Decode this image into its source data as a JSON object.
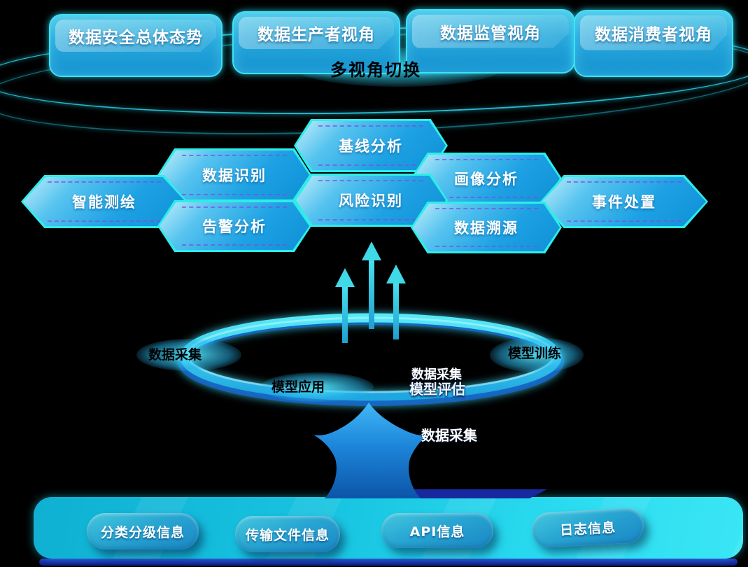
{
  "perspective_tabs": {
    "switch_label": "多视角切换",
    "items": [
      {
        "label": "数据安全总体态势"
      },
      {
        "label": "数据生产者视角"
      },
      {
        "label": "数据监管视角"
      },
      {
        "label": "数据消费者视角"
      }
    ]
  },
  "capability_hexagons": {
    "items": [
      {
        "label": "基线分析"
      },
      {
        "label": "数据识别"
      },
      {
        "label": "画像分析"
      },
      {
        "label": "智能测绘"
      },
      {
        "label": "风险识别"
      },
      {
        "label": "事件处置"
      },
      {
        "label": "告警分析"
      },
      {
        "label": "数据溯源"
      }
    ]
  },
  "model_ring": {
    "labels": {
      "left": "数据采集",
      "right": "模型训练",
      "bottom_left": "模型应用",
      "overlay_top": "数据采集",
      "overlay_bottom": "模型评估"
    }
  },
  "ingest_arrow": {
    "label": "数据采集"
  },
  "data_sources": {
    "items": [
      {
        "label": "分类分级信息"
      },
      {
        "label": "传输文件信息"
      },
      {
        "label": "API信息"
      },
      {
        "label": "日志信息"
      }
    ]
  },
  "colors": {
    "background": "#000000",
    "accent_cyan": "#2fdff2",
    "hexagon_blue": "#1ea2e4",
    "tab_blue": "#1391cf",
    "dash_purple": "#8a5fd6",
    "big_arrow_blue": "#1b7fd4",
    "bar_cyan": "#22d2ea",
    "navy_edge": "#1a2bb4",
    "text_light": "#ffffff",
    "text_dark": "#000000"
  }
}
